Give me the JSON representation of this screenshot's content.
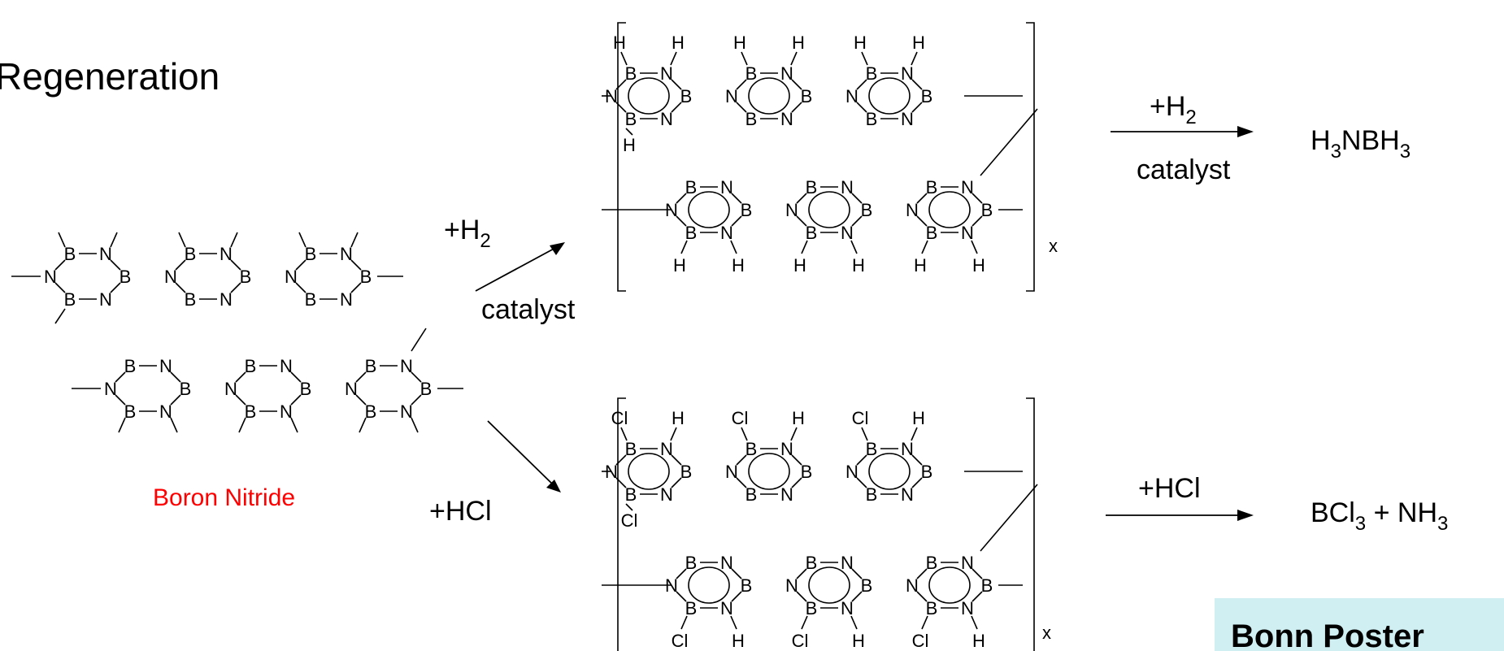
{
  "title": "Regeneration",
  "bn_label": "Boron Nitride",
  "reactions": {
    "h2_reagent": "+H",
    "h2_sub": "2",
    "catalyst": "catalyst",
    "hcl_reagent": "+HCl",
    "product_top_pre": "H",
    "product_top_sub1": "3",
    "product_top_mid": "NBH",
    "product_top_sub2": "3",
    "product_bottom_pre": "BCl",
    "product_bottom_sub1": "3",
    "product_bottom_mid": " + NH",
    "product_bottom_sub2": "3",
    "repeat_x": "x"
  },
  "badge": "Bonn Poster",
  "colors": {
    "label_red": "#ff0000",
    "badge_bg": "#cfeff2"
  }
}
